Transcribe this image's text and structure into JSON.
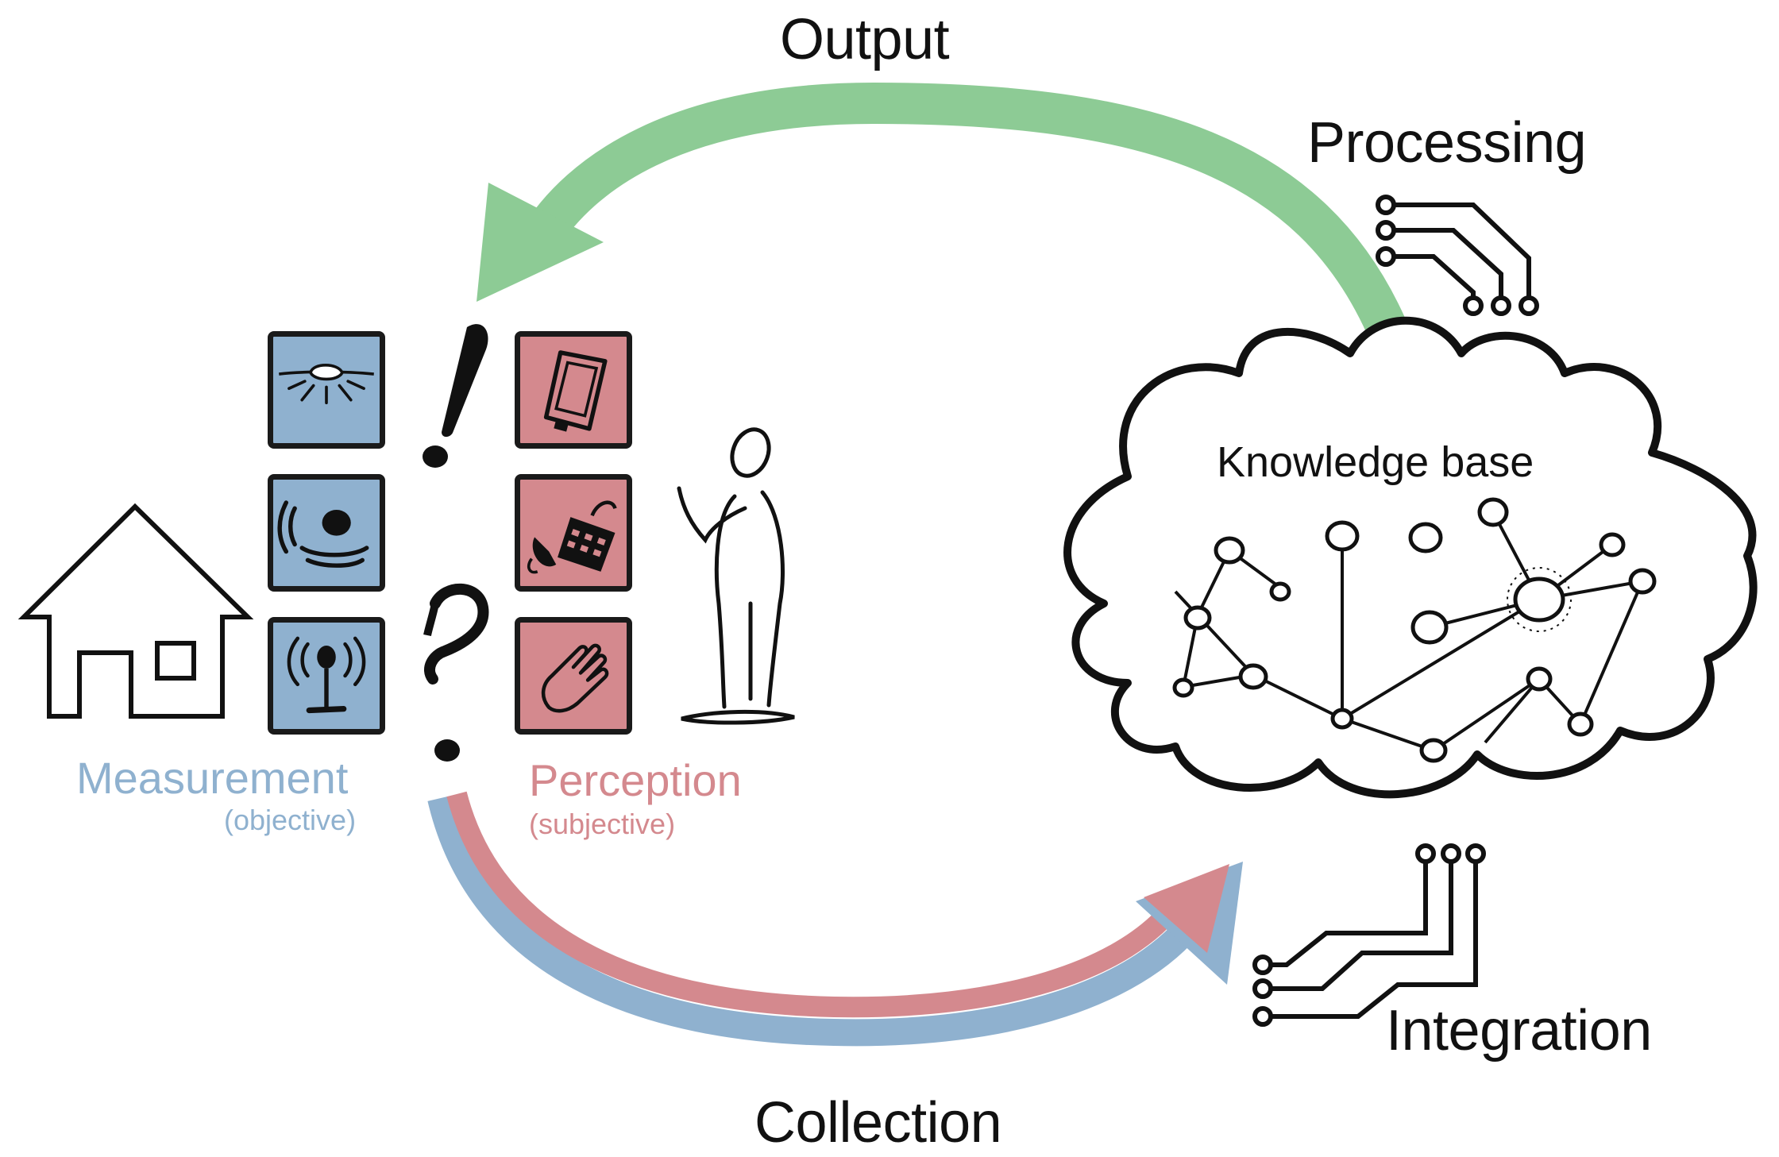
{
  "stages": {
    "output": "Output",
    "processing": "Processing",
    "integration": "Integration",
    "collection": "Collection"
  },
  "knowledge_base": {
    "title": "Knowledge base"
  },
  "measurement": {
    "title": "Measurement",
    "subtitle": "(objective)",
    "color": "#8FB1CF",
    "icons": [
      "ceiling-light-icon",
      "sound-sensor-icon",
      "antenna-sensor-icon"
    ]
  },
  "perception": {
    "title": "Perception",
    "subtitle": "(subjective)",
    "color": "#D4898E",
    "icons": [
      "tablet-icon",
      "telephone-icon",
      "hand-icon"
    ]
  },
  "symbols": {
    "exclamation": "!",
    "question": "?"
  },
  "colors": {
    "output_arrow": "#8DCB95",
    "collection_arrow_blue": "#8FB1CF",
    "collection_arrow_red": "#D4898E",
    "ink": "#111111"
  }
}
